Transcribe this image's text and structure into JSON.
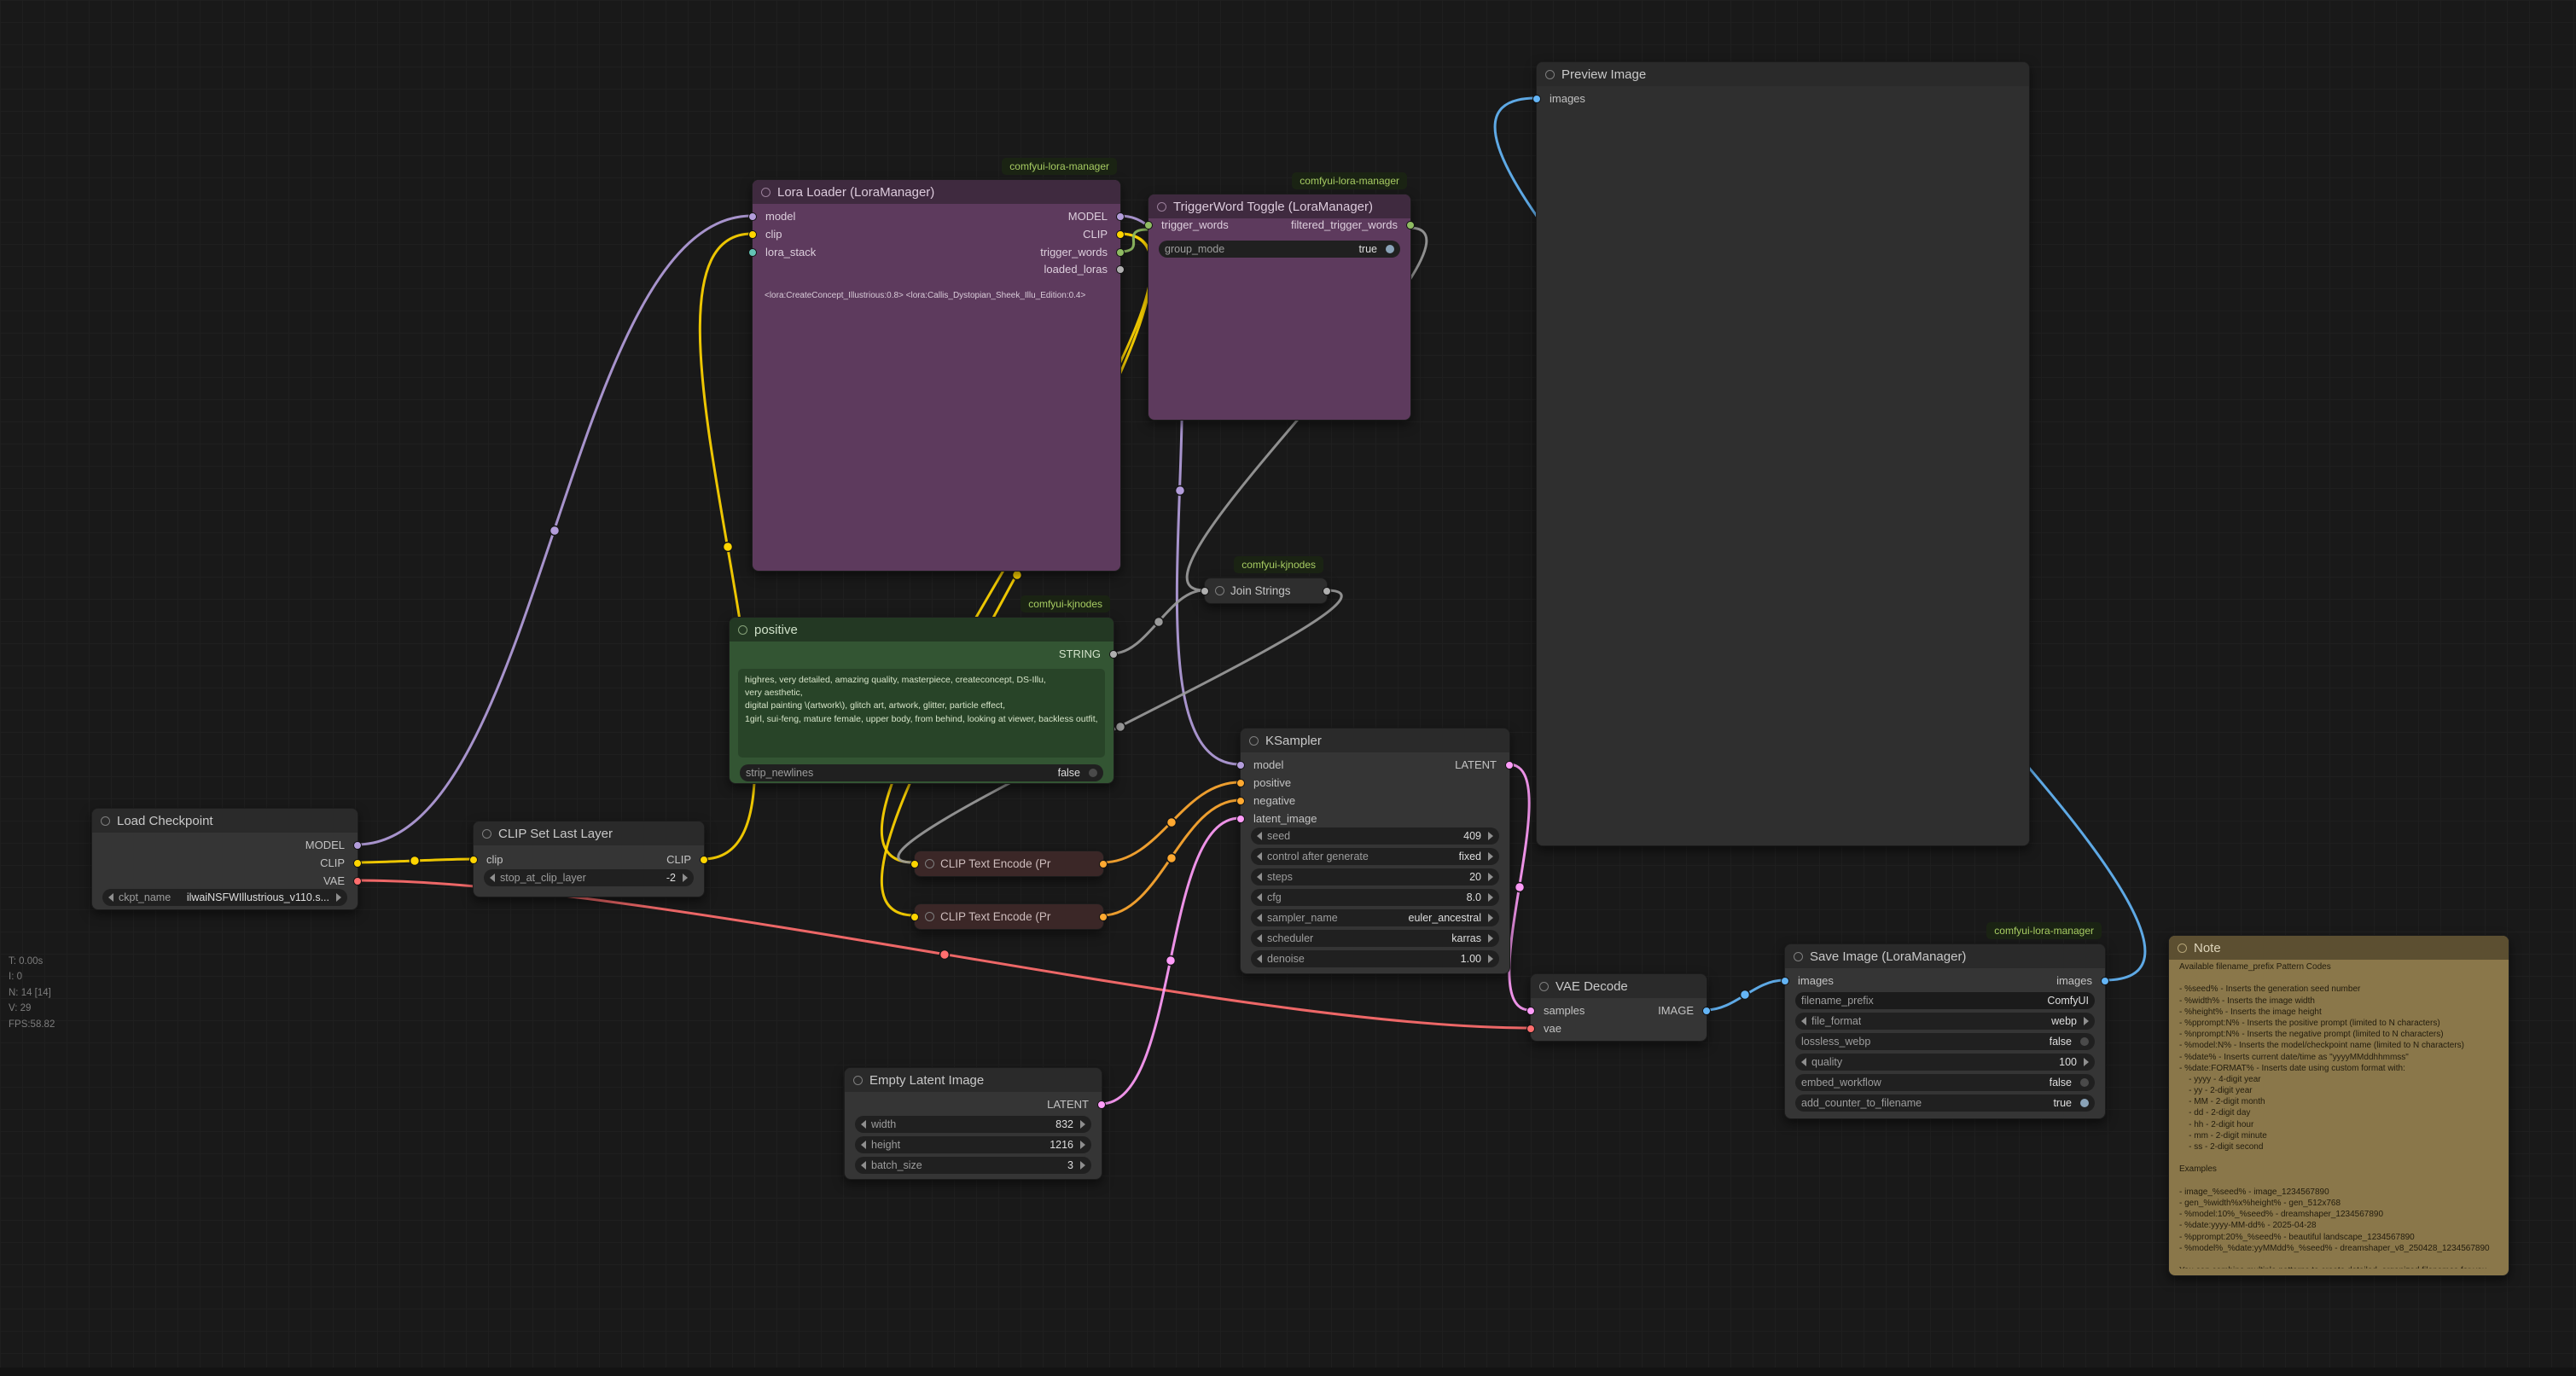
{
  "colors": {
    "background": "#191919",
    "node_body": "#353535",
    "node_title": "#2a2a2a",
    "purple_body": "#5d3a5d",
    "green_body": "#335533",
    "red_collapsed": "#3b2727",
    "note_body": "#8a774a",
    "badge_text": "#a7cc62",
    "slot_model": "#B39DDB",
    "slot_clip": "#FFD500",
    "slot_vae": "#FF6E6E",
    "slot_conditioning": "#FFA931",
    "slot_latent": "#FF9CF9",
    "slot_image": "#64B5F6",
    "slot_string": "#b0b0b0",
    "toggle_on": "#8aa3b8"
  },
  "stats": {
    "lines": [
      "T: 0.00s",
      "I: 0",
      "N: 14 [14]",
      "V: 29",
      "FPS:58.82"
    ]
  },
  "nodes": {
    "load_checkpoint": {
      "title": "Load Checkpoint",
      "outputs": [
        "MODEL",
        "CLIP",
        "VAE"
      ],
      "widget": {
        "label": "ckpt_name",
        "value": "ilwaiNSFWIllustrious_v110.s..."
      }
    },
    "clip_set_last_layer": {
      "title": "CLIP Set Last Layer",
      "input": "clip",
      "output": "CLIP",
      "widget": {
        "label": "stop_at_clip_layer",
        "value": "-2"
      }
    },
    "lora_loader": {
      "badge": "comfyui-lora-manager",
      "title": "Lora Loader (LoraManager)",
      "inputs": [
        "model",
        "clip",
        "lora_stack"
      ],
      "outputs": [
        "MODEL",
        "CLIP",
        "trigger_words",
        "loaded_loras"
      ],
      "loras_text": "<lora:CreateConcept_Illustrious:0.8> <lora:Callis_Dystopian_Sheek_Illu_Edition:0.4>"
    },
    "triggerword_toggle": {
      "badge": "comfyui-lora-manager",
      "title": "TriggerWord Toggle (LoraManager)",
      "input": "trigger_words",
      "output": "filtered_trigger_words",
      "widget": {
        "label": "group_mode",
        "value": "true"
      }
    },
    "positive": {
      "badge": "comfyui-kjnodes",
      "title": "positive",
      "output": "STRING",
      "text": "highres, very detailed, amazing quality, masterpiece, createconcept, DS-Illu,\nvery aesthetic,\ndigital painting \\(artwork\\), glitch art, artwork, glitter, particle effect,\n1girl, sui-feng, mature female, upper body, from behind, looking at viewer, backless outfit,",
      "widget": {
        "label": "strip_newlines",
        "value": "false"
      }
    },
    "join_strings": {
      "badge": "comfyui-kjnodes",
      "title": "Join Strings"
    },
    "clip_text_encode_1": {
      "title": "CLIP Text Encode (Pr"
    },
    "clip_text_encode_2": {
      "title": "CLIP Text Encode (Pr"
    },
    "ksampler": {
      "title": "KSampler",
      "inputs": [
        "model",
        "positive",
        "negative",
        "latent_image"
      ],
      "output": "LATENT",
      "widgets": [
        {
          "label": "seed",
          "value": "409"
        },
        {
          "label": "control after generate",
          "value": "fixed"
        },
        {
          "label": "steps",
          "value": "20"
        },
        {
          "label": "cfg",
          "value": "8.0"
        },
        {
          "label": "sampler_name",
          "value": "euler_ancestral"
        },
        {
          "label": "scheduler",
          "value": "karras"
        },
        {
          "label": "denoise",
          "value": "1.00"
        }
      ]
    },
    "empty_latent_image": {
      "title": "Empty Latent Image",
      "output": "LATENT",
      "widgets": [
        {
          "label": "width",
          "value": "832"
        },
        {
          "label": "height",
          "value": "1216"
        },
        {
          "label": "batch_size",
          "value": "3"
        }
      ]
    },
    "vae_decode": {
      "title": "VAE Decode",
      "inputs": [
        "samples",
        "vae"
      ],
      "output": "IMAGE"
    },
    "save_image": {
      "badge": "comfyui-lora-manager",
      "title": "Save Image (LoraManager)",
      "input": "images",
      "output": "images",
      "widgets": [
        {
          "label": "filename_prefix",
          "value": "ComfyUI"
        },
        {
          "label": "file_format",
          "value": "webp"
        },
        {
          "label": "lossless_webp",
          "value": "false"
        },
        {
          "label": "quality",
          "value": "100"
        },
        {
          "label": "embed_workflow",
          "value": "false"
        },
        {
          "label": "add_counter_to_filename",
          "value": "true"
        }
      ]
    },
    "preview_image": {
      "title": "Preview Image",
      "input": "images"
    },
    "note": {
      "title": "Note",
      "text": "Available filename_prefix Pattern Codes\n\n- %seed% - Inserts the generation seed number\n- %width% - Inserts the image width\n- %height% - Inserts the image height\n- %pprompt:N% - Inserts the positive prompt (limited to N characters)\n- %nprompt:N% - Inserts the negative prompt (limited to N characters)\n- %model:N% - Inserts the model/checkpoint name (limited to N characters)\n- %date% - Inserts current date/time as \"yyyyMMddhhmmss\"\n- %date:FORMAT% - Inserts date using custom format with:\n    - yyyy - 4-digit year\n    - yy - 2-digit year\n    - MM - 2-digit month\n    - dd - 2-digit day\n    - hh - 2-digit hour\n    - mm - 2-digit minute\n    - ss - 2-digit second\n\nExamples\n\n- image_%seed% - image_1234567890\n- gen_%width%x%height% - gen_512x768\n- %model:10%_%seed% - dreamshaper_1234567890\n- %date:yyyy-MM-dd% - 2025-04-28\n- %pprompt:20%_%seed% - beautiful landscape_1234567890\n- %model%_%date:yyMMdd%_%seed% - dreamshaper_v8_250428_1234567890\n\nYou can combine multiple patterns to create detailed, organized filenames for you"
    }
  }
}
